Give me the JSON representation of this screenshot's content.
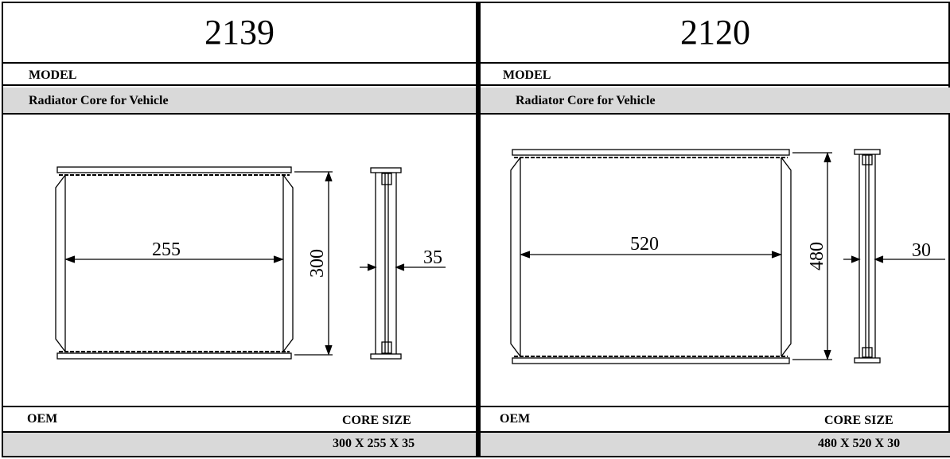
{
  "panels": [
    {
      "model_number": "2139",
      "model_label": "MODEL",
      "description": "Radiator Core for  Vehicle",
      "oem_label": "OEM",
      "core_size_label": "CORE SIZE",
      "core_size_value": "300 X 255 X 35",
      "dims": {
        "width": "255",
        "height": "300",
        "depth": "35"
      }
    },
    {
      "model_number": "2120",
      "model_label": "MODEL",
      "description": "Radiator Core for  Vehicle",
      "oem_label": "OEM",
      "core_size_label": "CORE SIZE",
      "core_size_value": "480 X 520 X 30",
      "dims": {
        "width": "520",
        "height": "480",
        "depth": "30"
      }
    }
  ]
}
